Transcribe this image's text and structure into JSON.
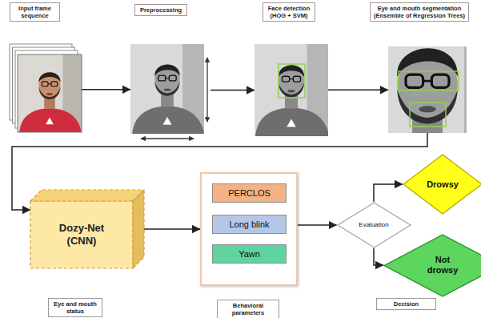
{
  "diagram": {
    "nodes": [
      {
        "text": [
          "Input frame sequence"
        ]
      },
      {
        "text": [
          "Preprocessing"
        ]
      },
      {
        "text": [
          "Face detection (HOG + SVM)"
        ]
      },
      {
        "text": [
          "Eye and mouth segmentation (Ensemble of Regression Trees)"
        ]
      },
      {
        "text": [
          "Dozy-Net (CNN)",
          "Eye and mouth status"
        ]
      },
      {
        "text": [
          "Behavioral parameters"
        ]
      },
      {
        "text": [
          "PERCLOS"
        ],
        "in": 5
      },
      {
        "text": [
          "Long blink"
        ],
        "in": 5
      },
      {
        "text": [
          "Yawn"
        ],
        "in": 5
      },
      {
        "text": [
          "Evaluation"
        ]
      },
      {
        "text": [
          "Drowsy"
        ]
      },
      {
        "text": [
          "Not drowsy"
        ]
      }
    ],
    "edges": [
      {
        "from": 0,
        "to": 1,
        "arrow": "to"
      },
      {
        "from": 1,
        "to": 2,
        "arrow": "to"
      },
      {
        "from": 2,
        "to": 3,
        "arrow": "to"
      },
      {
        "from": 3,
        "to": 4,
        "arrow": "to"
      },
      {
        "from": 4,
        "to": 5,
        "arrow": "to"
      },
      {
        "from": 5,
        "to": 9,
        "arrow": "to"
      },
      {
        "from": 9,
        "to": 10,
        "arrow": "to"
      },
      {
        "from": 9,
        "to": 11,
        "arrow": "to"
      }
    ],
    "labels": [
      "Decision"
    ]
  }
}
